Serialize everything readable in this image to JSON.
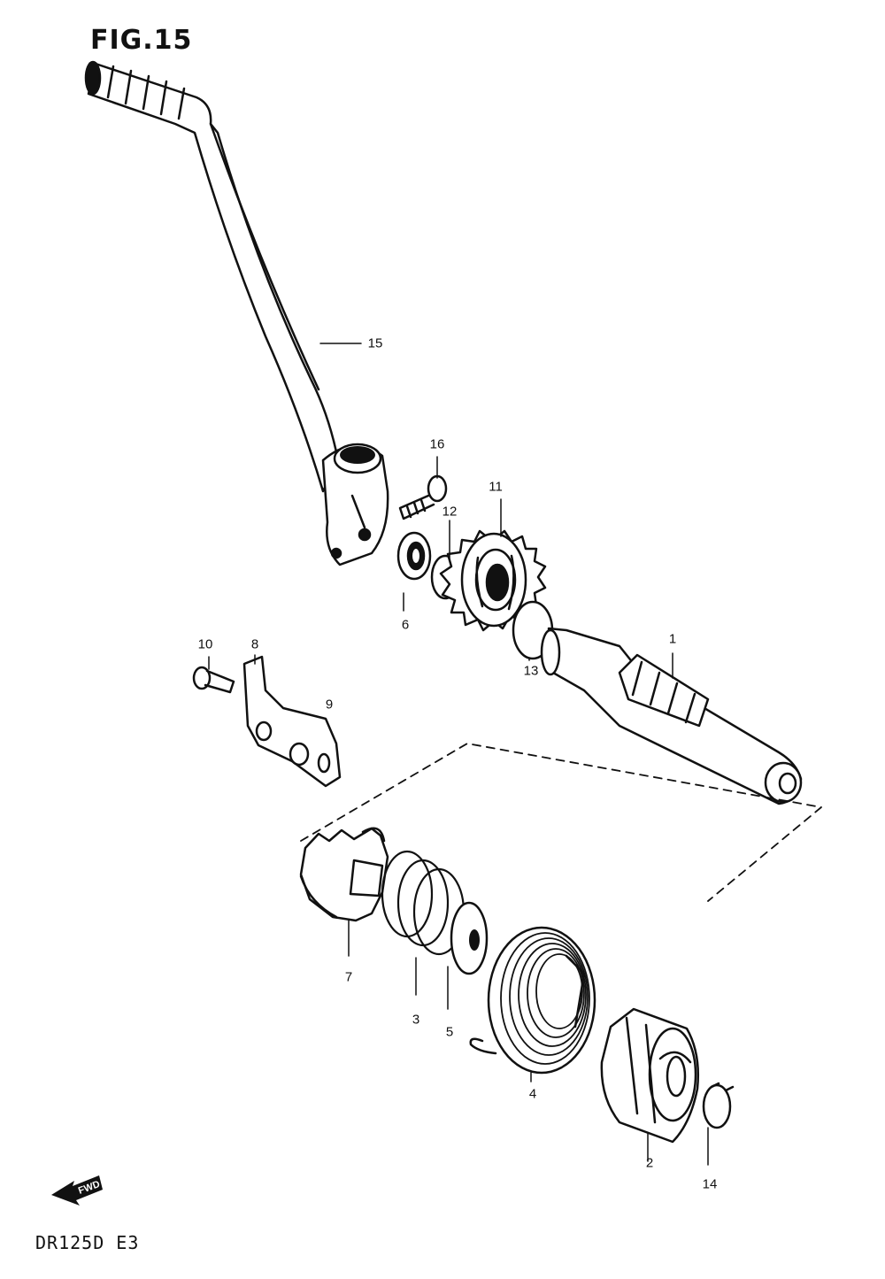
{
  "figure": {
    "title": "FIG.15",
    "model": "DR125D  E3"
  },
  "fwd_label": "FWD",
  "callouts": {
    "n1": "1",
    "n2": "2",
    "n3": "3",
    "n4": "4",
    "n5": "5",
    "n6": "6",
    "n7": "7",
    "n8": "8",
    "n9": "9",
    "n10": "10",
    "n11": "11",
    "n12": "12",
    "n13": "13",
    "n14": "14",
    "n15": "15",
    "n16": "16"
  }
}
